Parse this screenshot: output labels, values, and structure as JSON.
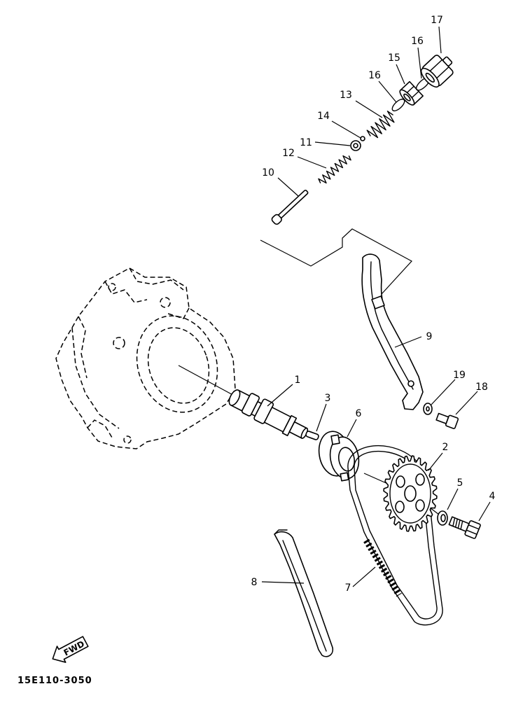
{
  "callouts": [
    "17",
    "16",
    "15",
    "16",
    "13",
    "14",
    "11",
    "12",
    "10",
    "9",
    "1",
    "19",
    "18",
    "3",
    "6",
    "2",
    "5",
    "4",
    "8",
    "7"
  ],
  "fwd_label": "FWD",
  "diagram_code": "15E110-3050",
  "colors": {
    "ink": "#000000",
    "paper": "#ffffff"
  }
}
